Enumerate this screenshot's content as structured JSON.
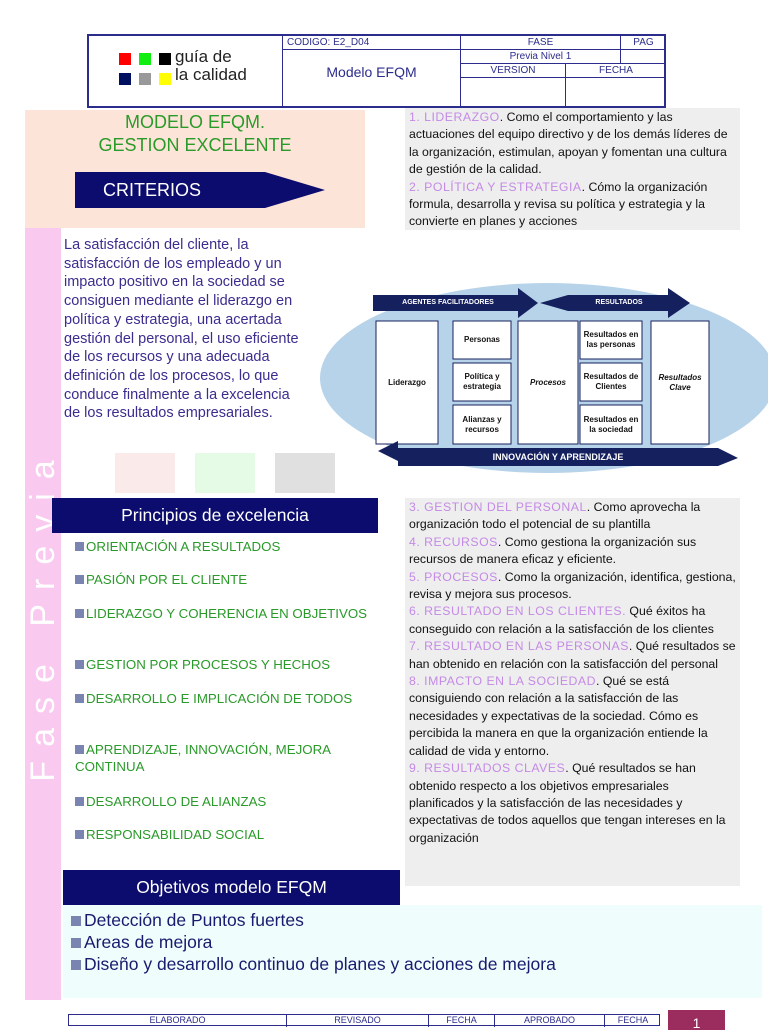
{
  "header": {
    "logo_line1": "guía de",
    "logo_line2": "la calidad",
    "codigo": "CODIGO: E2_D04",
    "doc_title": "Modelo EFQM",
    "fase_label": "FASE",
    "fase_value": "Previa Nivel 1",
    "pag_label": "PAG",
    "version_label": "VERSION",
    "fecha_label": "FECHA"
  },
  "intro": {
    "title1": "MODELO EFQM.",
    "title2": "GESTION EXCELENTE",
    "criterios": "CRITERIOS",
    "watermark": "Fase Previa",
    "paragraph": "La satisfacción del cliente, la satisfacción de los empleado y un impacto positivo en la sociedad se consiguen mediante el liderazgo en política y estrategia, una acertada gestión del personal, el uso eficiente de los recursos y una adecuada definición de los procesos, lo que conduce finalmente a la excelencia de los resultados empresariales."
  },
  "criteria_top": [
    {
      "h": "1. LIDERAZGO",
      "t": ". Como el comportamiento y las actuaciones del equipo directivo y de los demás líderes de la organización, estimulan, apoyan y fomentan una cultura de gestión de la calidad."
    },
    {
      "h": "2. POLÍTICA Y ESTRATEGIA",
      "t": ". Cómo la organización formula, desarrolla y revisa su política y estrategia y la convierte en planes y acciones"
    }
  ],
  "diagram": {
    "agentes": "AGENTES FACILITADORES",
    "resultados": "RESULTADOS",
    "liderazgo": "Liderazgo",
    "personas": "Personas",
    "politica": "Política y estrategia",
    "alianzas": "Alianzas y recursos",
    "procesos": "Procesos",
    "res_personas": "Resultados en las personas",
    "res_clientes": "Resultados de Clientes",
    "res_sociedad": "Resultados en la sociedad",
    "res_clave": "Resultados Clave",
    "innovacion": "INNOVACIÓN Y APRENDIZAJE"
  },
  "criteria_bottom": [
    {
      "h": "3. GESTION DEL PERSONAL",
      "t": ". Como aprovecha la organización todo el potencial de su plantilla"
    },
    {
      "h": "4. RECURSOS",
      "t": ". Como gestiona la organización sus recursos de manera eficaz y eficiente."
    },
    {
      "h": "5. PROCESOS",
      "t": ". Como la organización, identifica, gestiona, revisa y mejora sus procesos."
    },
    {
      "h": "6. RESULTADO EN LOS CLIENTES.",
      "t": " Qué éxitos ha conseguido con relación a la satisfacción de los clientes"
    },
    {
      "h": "7. RESULTADO EN LAS PERSONAS",
      "t": ". Qué resultados se han obtenido en relación con la satisfacción del personal"
    },
    {
      "h": "8. IMPACTO EN LA SOCIEDAD",
      "t": ". Qué se está consiguiendo con relación a la satisfacción de las necesidades y expectativas de la sociedad. Cómo es percibida la manera en que la organización entiende la calidad de vida y entorno."
    },
    {
      "h": "9. RESULTADOS CLAVES",
      "t": ". Qué resultados se han obtenido respecto a los objetivos empresariales planificados y la satisfacción de las necesidades y expectativas de todos aquellos que tengan intereses en la organización"
    }
  ],
  "principios": {
    "title": "Principios de excelencia",
    "items": [
      "ORIENTACIÓN A RESULTADOS",
      "PASIÓN POR EL CLIENTE",
      "LIDERAZGO Y COHERENCIA EN OBJETIVOS",
      "GESTION POR PROCESOS Y HECHOS",
      "DESARROLLO E IMPLICACIÓN DE TODOS",
      "APRENDIZAJE, INNOVACIÓN, MEJORA CONTINUA",
      "DESARROLLO DE ALIANZAS",
      "RESPONSABILIDAD SOCIAL"
    ]
  },
  "objetivos": {
    "title": "Objetivos modelo EFQM",
    "items": [
      "Detección de Puntos fuertes",
      "Areas de mejora",
      "Diseño y desarrollo continuo de planes y acciones de mejora"
    ]
  },
  "footer": {
    "elaborado": "ELABORADO",
    "revisado": "REVISADO",
    "fecha1": "FECHA",
    "aprobado": "APROBADO",
    "fecha2": "FECHA",
    "page": "1"
  },
  "colors": {
    "navy": "#0c0c6e",
    "green": "#2a9a2a",
    "violet": "#c48ae6",
    "pink": "#f9c9ef",
    "maroon": "#9a2c5e"
  }
}
